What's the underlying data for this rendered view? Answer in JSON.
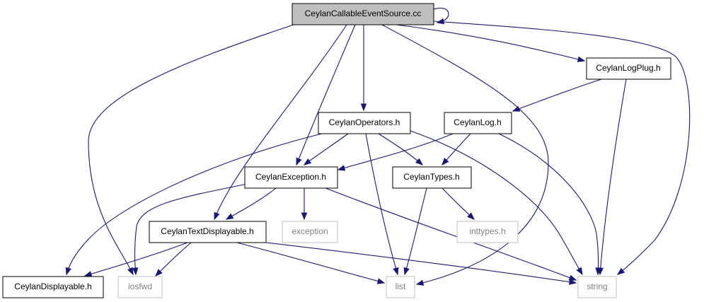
{
  "colors": {
    "edge": "#191970",
    "root_fill": "#bfbfbf",
    "node_border": "#000000",
    "external_border": "#bfbfbf",
    "external_text": "#7f7f7f"
  },
  "nodes": [
    {
      "id": "root",
      "label": "CeylanCallableEventSource.cc",
      "kind": "root"
    },
    {
      "id": "logplug",
      "label": "CeylanLogPlug.h",
      "kind": "normal"
    },
    {
      "id": "operators",
      "label": "CeylanOperators.h",
      "kind": "normal"
    },
    {
      "id": "log",
      "label": "CeylanLog.h",
      "kind": "normal"
    },
    {
      "id": "exception_h",
      "label": "CeylanException.h",
      "kind": "normal"
    },
    {
      "id": "types",
      "label": "CeylanTypes.h",
      "kind": "normal"
    },
    {
      "id": "textdisp",
      "label": "CeylanTextDisplayable.h",
      "kind": "normal"
    },
    {
      "id": "exception",
      "label": "exception",
      "kind": "external"
    },
    {
      "id": "inttypes",
      "label": "inttypes.h",
      "kind": "external"
    },
    {
      "id": "displayable",
      "label": "CeylanDisplayable.h",
      "kind": "normal"
    },
    {
      "id": "iosfwd",
      "label": "iosfwd",
      "kind": "external"
    },
    {
      "id": "list",
      "label": "list",
      "kind": "external"
    },
    {
      "id": "string",
      "label": "string",
      "kind": "external"
    }
  ],
  "edges": [
    {
      "from": "root",
      "to": "root"
    },
    {
      "from": "root",
      "to": "logplug"
    },
    {
      "from": "root",
      "to": "operators"
    },
    {
      "from": "root",
      "to": "exception_h"
    },
    {
      "from": "root",
      "to": "textdisp"
    },
    {
      "from": "root",
      "to": "iosfwd"
    },
    {
      "from": "root",
      "to": "list"
    },
    {
      "from": "root",
      "to": "string"
    },
    {
      "from": "logplug",
      "to": "log"
    },
    {
      "from": "logplug",
      "to": "string"
    },
    {
      "from": "operators",
      "to": "exception_h"
    },
    {
      "from": "operators",
      "to": "types"
    },
    {
      "from": "operators",
      "to": "displayable"
    },
    {
      "from": "operators",
      "to": "list"
    },
    {
      "from": "operators",
      "to": "string"
    },
    {
      "from": "log",
      "to": "exception_h"
    },
    {
      "from": "log",
      "to": "types"
    },
    {
      "from": "log",
      "to": "string"
    },
    {
      "from": "exception_h",
      "to": "textdisp"
    },
    {
      "from": "exception_h",
      "to": "exception"
    },
    {
      "from": "exception_h",
      "to": "iosfwd"
    },
    {
      "from": "exception_h",
      "to": "string"
    },
    {
      "from": "types",
      "to": "inttypes"
    },
    {
      "from": "types",
      "to": "list"
    },
    {
      "from": "textdisp",
      "to": "displayable"
    },
    {
      "from": "textdisp",
      "to": "iosfwd"
    },
    {
      "from": "textdisp",
      "to": "list"
    },
    {
      "from": "textdisp",
      "to": "string"
    }
  ]
}
